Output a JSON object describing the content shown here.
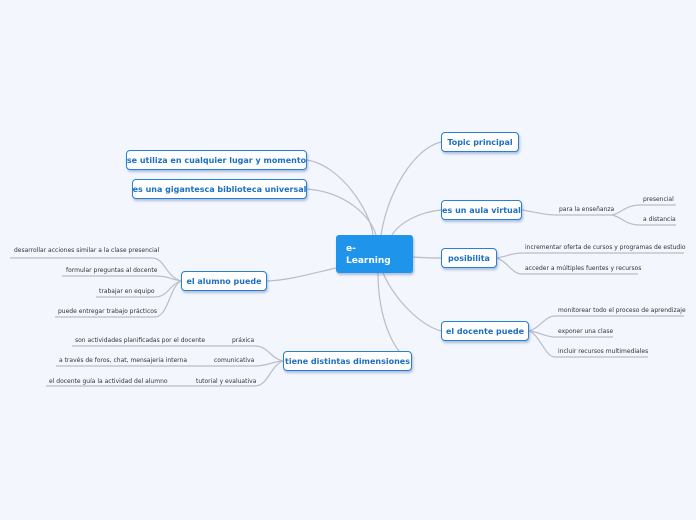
{
  "center": {
    "label": "e-\nLearning"
  },
  "left_top": {
    "cualquier_lugar": "se utiliza en cualquier lugar y momento",
    "biblioteca": "es una gigantesca biblioteca universal"
  },
  "alumno": {
    "label": "el alumno puede",
    "items": [
      "desarrollar acciones similar a la clase presencial",
      "formular preguntas al docente",
      "trabajar en equipo",
      "puede entregar trabajo prácticos"
    ]
  },
  "dimensiones": {
    "label": "tiene distintas dimensiones",
    "items": [
      {
        "name": "práxica",
        "detail": "son actividades planificadas por el docente"
      },
      {
        "name": "comunicativa",
        "detail": "a través de foros, chat, mensajeria interna"
      },
      {
        "name": "tutorial y evaluativa",
        "detail": "el docente guía la actividad del alumno"
      }
    ]
  },
  "topic": {
    "label": "Topic principal"
  },
  "aula": {
    "label": "es un aula virtual",
    "sub": "para la enseñanza",
    "items": [
      "presencial",
      "a distancia"
    ]
  },
  "posibilita": {
    "label": "posibilita",
    "items": [
      "incrementar oferta de cursos y programas de estudio",
      "acceder a múltiples fuentes y recursos"
    ]
  },
  "docente": {
    "label": "el docente puede",
    "items": [
      "monitorear todo el proceso de aprendizaje",
      "exponer una clase",
      "incluir recursos multimediales"
    ]
  },
  "colors": {
    "node_border": "#2a7fd4",
    "center_bg": "#1e95ea",
    "line": "#b9bdc8",
    "background": "#f3f6fd"
  }
}
